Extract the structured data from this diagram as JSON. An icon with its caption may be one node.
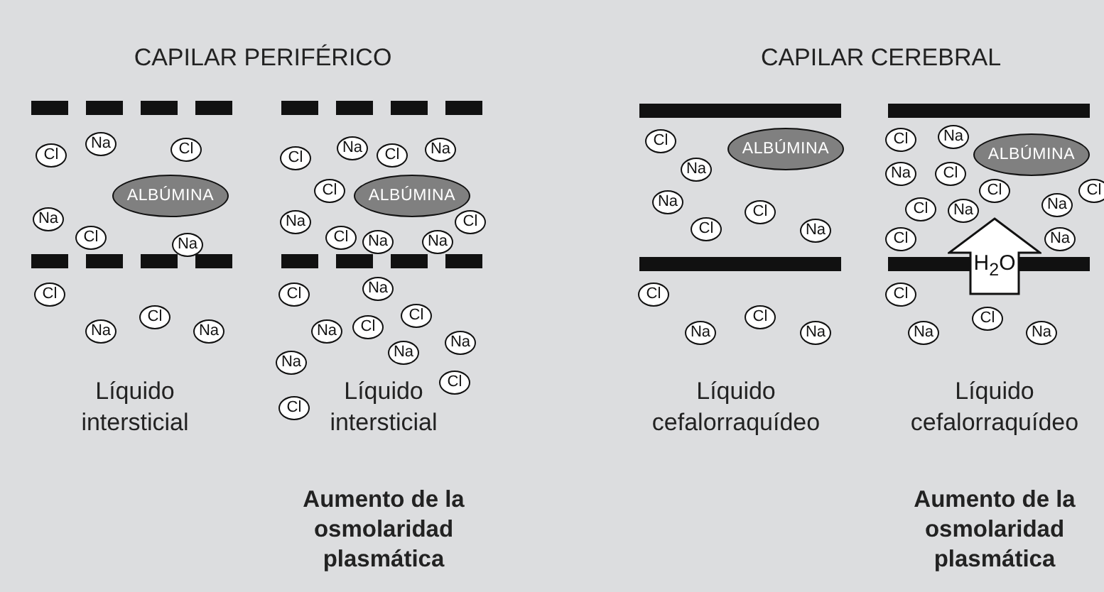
{
  "diagram": {
    "nodes": [
      {
        "text": [
          "Cl"
        ]
      },
      {
        "text": [
          "Na"
        ]
      },
      {
        "text": [
          "Cl"
        ]
      },
      {
        "text": [
          "ALBÚMINA"
        ]
      },
      {
        "text": [
          "Na"
        ]
      },
      {
        "text": [
          "Cl"
        ]
      },
      {
        "text": [
          "Na"
        ]
      },
      {
        "text": [
          "Cl"
        ]
      },
      {
        "text": [
          "Na"
        ]
      },
      {
        "text": [
          "Cl"
        ]
      },
      {
        "text": [
          "Na"
        ]
      },
      {
        "text": [
          "Cl"
        ]
      },
      {
        "text": [
          "Na"
        ]
      },
      {
        "text": [
          "Cl"
        ]
      },
      {
        "text": [
          "Na"
        ]
      },
      {
        "text": [
          "Cl"
        ]
      },
      {
        "text": [
          "ALBÚMINA"
        ]
      },
      {
        "text": [
          "Na"
        ]
      },
      {
        "text": [
          "Cl"
        ]
      },
      {
        "text": [
          "Na"
        ]
      },
      {
        "text": [
          "Na"
        ]
      },
      {
        "text": [
          "Cl"
        ]
      },
      {
        "text": [
          "Cl"
        ]
      },
      {
        "text": [
          "Na"
        ]
      },
      {
        "text": [
          "Cl"
        ]
      },
      {
        "text": [
          "Na"
        ]
      },
      {
        "text": [
          "Cl"
        ]
      },
      {
        "text": [
          "Na"
        ]
      },
      {
        "text": [
          "Na"
        ]
      },
      {
        "text": [
          "Na"
        ]
      },
      {
        "text": [
          "Cl"
        ]
      },
      {
        "text": [
          "Cl"
        ]
      },
      {
        "text": [
          "Cl"
        ]
      },
      {
        "text": [
          "Na"
        ]
      },
      {
        "text": [
          "ALBÚMINA"
        ]
      },
      {
        "text": [
          "Na"
        ]
      },
      {
        "text": [
          "Cl"
        ]
      },
      {
        "text": [
          "Cl"
        ]
      },
      {
        "text": [
          "Na"
        ]
      },
      {
        "text": [
          "Cl"
        ]
      },
      {
        "text": [
          "Cl"
        ]
      },
      {
        "text": [
          "Na"
        ]
      },
      {
        "text": [
          "Na"
        ]
      },
      {
        "text": [
          "Cl"
        ]
      },
      {
        "text": [
          "Na"
        ]
      },
      {
        "text": [
          "ALBÚMINA"
        ]
      },
      {
        "text": [
          "Na"
        ]
      },
      {
        "text": [
          "Cl"
        ]
      },
      {
        "text": [
          "Cl"
        ]
      },
      {
        "text": [
          "Na"
        ]
      },
      {
        "text": [
          "Cl"
        ]
      },
      {
        "text": [
          "Cl"
        ]
      },
      {
        "text": [
          "Na"
        ]
      },
      {
        "text": [
          "Na"
        ]
      },
      {
        "text": [
          "Cl"
        ]
      },
      {
        "text": [
          "H$_{2}$O"
        ]
      },
      {
        "text": [
          "Cl"
        ]
      },
      {
        "text": [
          "Cl"
        ]
      },
      {
        "text": [
          "Na"
        ]
      },
      {
        "text": [
          "Na"
        ]
      }
    ],
    "labels": [
      "CAPILAR PERIFÉRICO",
      "CAPILAR CEREBRAL",
      "Líquido intersticial",
      "Líquido intersticial",
      "Líquido cefalorraquídeo",
      "Líquido cefalorraquídeo",
      "Aumento de la osmolaridad plasmática",
      "Aumento de la osmolaridad plasmática"
    ]
  }
}
